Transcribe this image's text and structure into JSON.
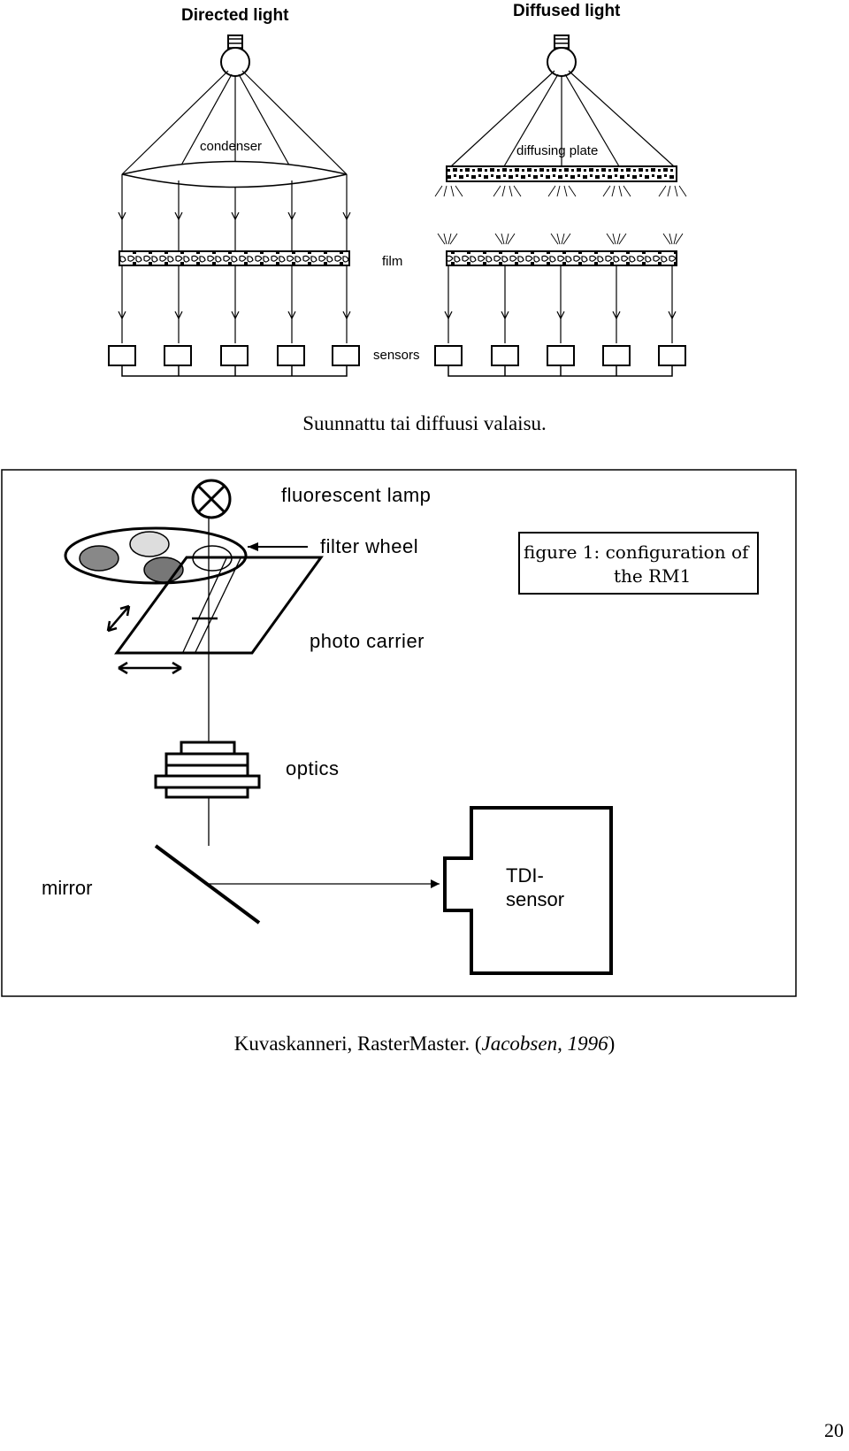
{
  "figure1": {
    "title_left": "Directed light",
    "title_right": "Diffused light",
    "label_condenser": "condenser",
    "label_diffusing_plate": "diffusing plate",
    "label_film": "film",
    "label_sensors": "sensors",
    "caption": "Suunnattu tai diffuusi valaisu."
  },
  "figure2": {
    "label_lamp": "fluorescent lamp",
    "label_filter_wheel": "filter wheel",
    "legend_line1": "figure 1: configuration of",
    "legend_line2": "the RM1",
    "label_photo_carrier": "photo carrier",
    "label_optics": "optics",
    "label_mirror": "mirror",
    "sensor_line1": "TDI-",
    "sensor_line2": "sensor",
    "caption_text": "Kuvaskanneri, RasterMaster. (",
    "caption_italic": "Jacobsen, 1996",
    "caption_close": ")"
  },
  "page_number": "20"
}
